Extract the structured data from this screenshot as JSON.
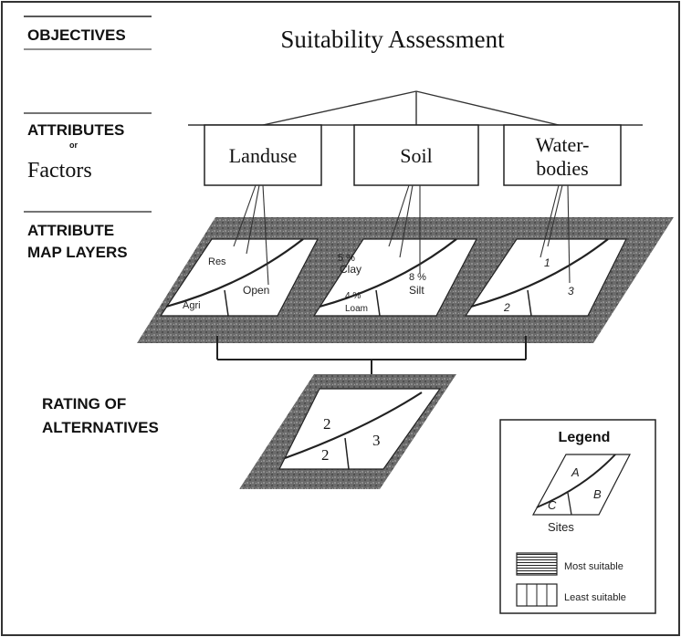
{
  "left_labels": {
    "objectives": "OBJECTIVES",
    "attributes": "ATTRIBUTES",
    "or": "or",
    "factors": "Factors",
    "attribute_map_line1": "ATTRIBUTE",
    "attribute_map_line2": "MAP LAYERS",
    "rating_line1": "RATING OF",
    "rating_line2": "ALTERNATIVES"
  },
  "title": "Suitability Assessment",
  "factors": [
    {
      "label": "Landuse"
    },
    {
      "label_line1": "Soil"
    },
    {
      "label_line1": "Water-",
      "label_line2": "bodies"
    }
  ],
  "layers": {
    "landuse": {
      "res": "Res",
      "open": "Open",
      "agri": "Agri"
    },
    "soil": {
      "clay_pct": "5 %",
      "clay": "Clay",
      "silt_pct": "8 %",
      "silt": "Silt",
      "loam_pct": "4 %",
      "loam": "Loam"
    },
    "water": {
      "a": "1",
      "b": "3",
      "c": "2"
    }
  },
  "rating": {
    "top": "2",
    "right": "3",
    "bottom": "2"
  },
  "legend": {
    "title": "Legend",
    "a": "A",
    "b": "B",
    "c": "C",
    "sites": "Sites",
    "most": "Most suitable",
    "least": "Least suitable"
  }
}
